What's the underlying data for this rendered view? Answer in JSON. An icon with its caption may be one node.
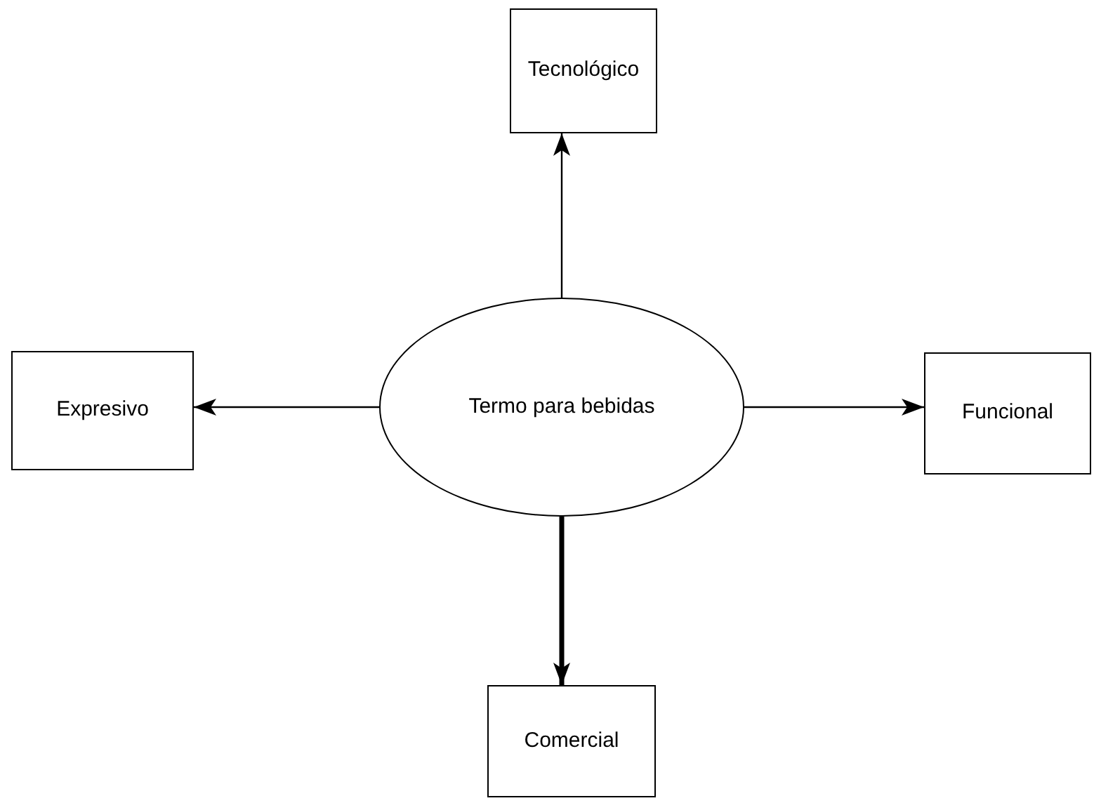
{
  "diagram": {
    "nodes": [
      {
        "text": [
          "Termo para bebidas"
        ]
      },
      {
        "text": [
          "Tecnológico"
        ]
      },
      {
        "text": [
          "Expresivo"
        ]
      },
      {
        "text": [
          "Funcional"
        ]
      },
      {
        "text": [
          "Comercial"
        ]
      }
    ],
    "edges": [
      {
        "from": 0,
        "to": 1,
        "arrow": "to"
      },
      {
        "from": 0,
        "to": 2,
        "arrow": "to"
      },
      {
        "from": 0,
        "to": 3,
        "arrow": "to"
      },
      {
        "from": 0,
        "to": 4,
        "arrow": "to",
        "style": "thick"
      }
    ]
  }
}
